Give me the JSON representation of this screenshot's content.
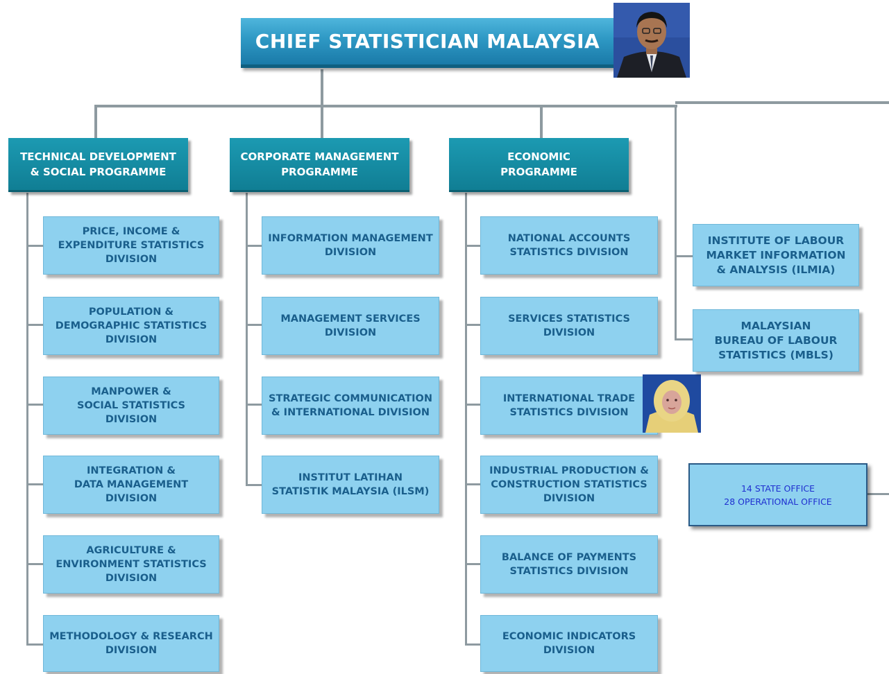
{
  "chief": {
    "title": "CHIEF STATISTICIAN MALAYSIA"
  },
  "programmes": {
    "technical": "TECHNICAL DEVELOPMENT\n& SOCIAL PROGRAMME",
    "corporate": "CORPORATE MANAGEMENT\nPROGRAMME",
    "economic": "ECONOMIC\nPROGRAMME"
  },
  "technical_divisions": [
    "PRICE, INCOME &\nEXPENDITURE STATISTICS\nDIVISION",
    "POPULATION &\nDEMOGRAPHIC STATISTICS\nDIVISION",
    "MANPOWER &\nSOCIAL STATISTICS\nDIVISION",
    "INTEGRATION &\nDATA MANAGEMENT\nDIVISION",
    "AGRICULTURE &\nENVIRONMENT STATISTICS\nDIVISION",
    "METHODOLOGY & RESEARCH\nDIVISION"
  ],
  "corporate_divisions": [
    "INFORMATION MANAGEMENT\nDIVISION",
    "MANAGEMENT SERVICES\nDIVISION",
    "STRATEGIC COMMUNICATION\n& INTERNATIONAL DIVISION",
    "INSTITUT LATIHAN\nSTATISTIK MALAYSIA (ILSM)"
  ],
  "economic_divisions": [
    "NATIONAL ACCOUNTS\nSTATISTICS DIVISION",
    "SERVICES STATISTICS\nDIVISION",
    "INTERNATIONAL TRADE\nSTATISTICS DIVISION",
    "INDUSTRIAL PRODUCTION &\nCONSTRUCTION STATISTICS\nDIVISION",
    "BALANCE OF PAYMENTS\nSTATISTICS DIVISION",
    "ECONOMIC INDICATORS\nDIVISION"
  ],
  "agencies": [
    "INSTITUTE OF LABOUR\nMARKET INFORMATION\n& ANALYSIS (ILMIA)",
    "MALAYSIAN\nBUREAU OF LABOUR\nSTATISTICS (MBLS)"
  ],
  "offices": {
    "state": "14 STATE OFFICE",
    "operational": "28 OPERATIONAL OFFICE"
  }
}
